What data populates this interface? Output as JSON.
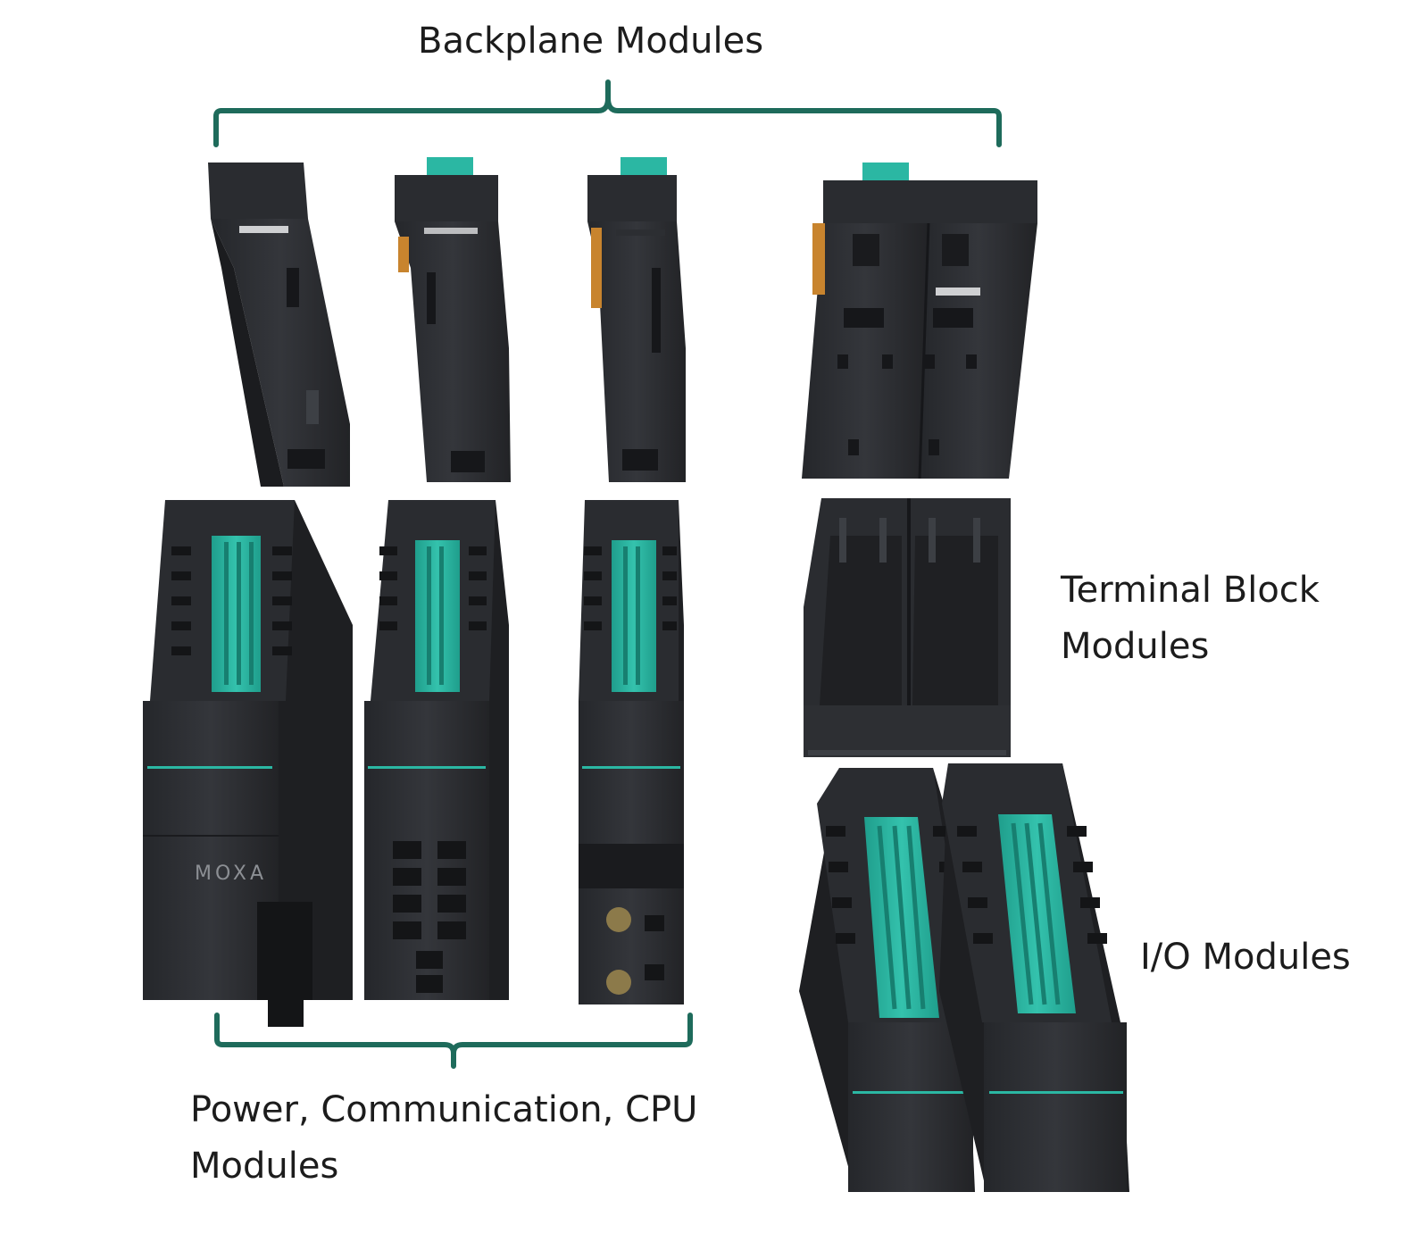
{
  "labels": {
    "backplane": "Backplane Modules",
    "terminal_block_line1": "Terminal Block",
    "terminal_block_line2": "Modules",
    "io": "I/O Modules",
    "power_line1": "Power, Communication, CPU",
    "power_line2": "Modules"
  },
  "device_text": {
    "brand": "MOXA"
  },
  "colors": {
    "bracket": "#1e6b5b",
    "accent": "#2bb7a3",
    "module_body": "#2d2f33",
    "module_dark": "#1d1e21",
    "module_edge": "#3c3f44",
    "text": "#1c1c1c"
  }
}
